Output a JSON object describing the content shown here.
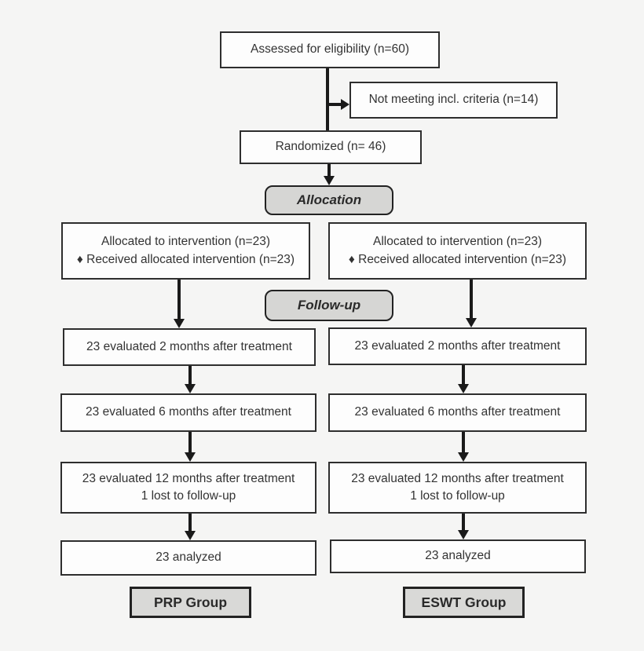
{
  "colors": {
    "background": "#f5f5f4",
    "box_fill": "#fdfdfd",
    "box_border": "#2e2e2e",
    "label_fill": "#d6d6d4",
    "text": "#333333",
    "arrow": "#1a1a1a"
  },
  "flow": {
    "assessed": "Assessed for eligibility (n=60)",
    "not_meeting": "Not meeting incl. criteria (n=14)",
    "randomized": "Randomized (n= 46)",
    "allocation_stage": "Allocation",
    "followup_stage": "Follow-up",
    "prp": {
      "allocated": "Allocated to intervention (n=23)",
      "received": "♦ Received allocated intervention (n=23)",
      "eval_2m": "23 evaluated 2 months after treatment",
      "eval_6m": "23 evaluated 6 months after treatment",
      "eval_12m": "23 evaluated 12 months after treatment",
      "lost": "1 lost to follow-up",
      "analyzed": "23 analyzed",
      "group_label": "PRP Group"
    },
    "eswt": {
      "allocated": "Allocated to intervention (n=23)",
      "received": "♦ Received allocated intervention (n=23)",
      "eval_2m": "23 evaluated 2 months after treatment",
      "eval_6m": "23 evaluated 6 months after treatment",
      "eval_12m": "23 evaluated 12 months after treatment",
      "lost": "1 lost to follow-up",
      "analyzed": "23 analyzed",
      "group_label": "ESWT Group"
    }
  }
}
